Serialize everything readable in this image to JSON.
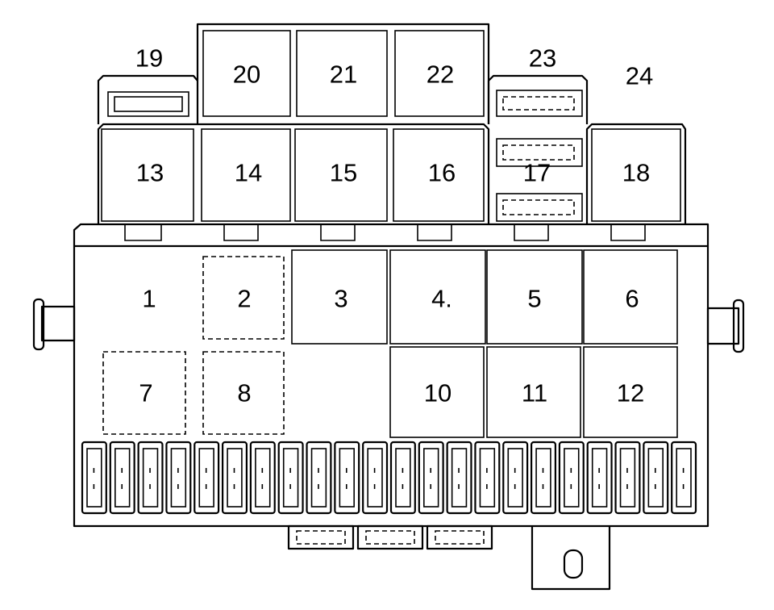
{
  "diagram": {
    "relays": [
      {
        "label": "1"
      },
      {
        "label": "2"
      },
      {
        "label": "3"
      },
      {
        "label": "4."
      },
      {
        "label": "5"
      },
      {
        "label": "6"
      },
      {
        "label": "7"
      },
      {
        "label": "8"
      },
      {
        "label": "10"
      },
      {
        "label": "11"
      },
      {
        "label": "12"
      },
      {
        "label": "13"
      },
      {
        "label": "14"
      },
      {
        "label": "15"
      },
      {
        "label": "16"
      },
      {
        "label": "17"
      },
      {
        "label": "18"
      },
      {
        "label": "19"
      },
      {
        "label": "20"
      },
      {
        "label": "21"
      },
      {
        "label": "22"
      },
      {
        "label": "23"
      },
      {
        "label": "24"
      }
    ],
    "fuse_count": 22,
    "small_fuse_count": 3
  }
}
